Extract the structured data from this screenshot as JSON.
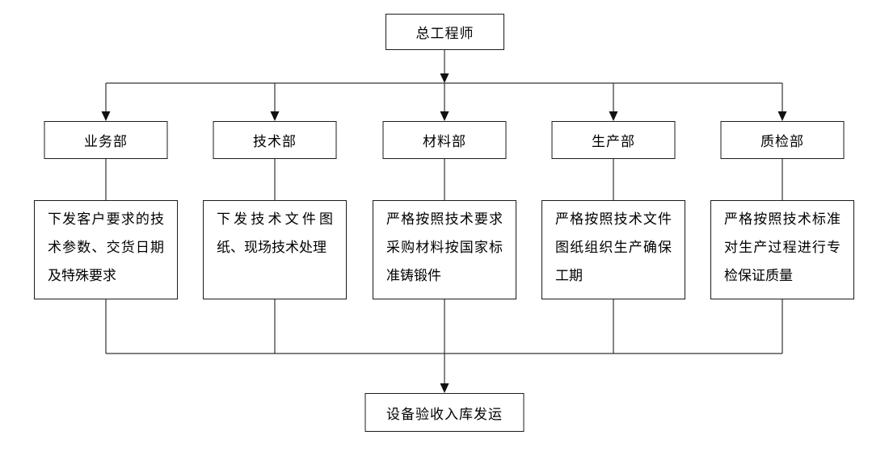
{
  "flowchart": {
    "root": {
      "label": "总工程师"
    },
    "columns": [
      {
        "dept": "业务部",
        "duty": "下发客户要求的技术参数、交货日期及特殊要求"
      },
      {
        "dept": "技术部",
        "duty": "下发技术文件图纸、现场技术处理"
      },
      {
        "dept": "材料部",
        "duty": "严格按照技术要求采购材料按国家标准铸锻件"
      },
      {
        "dept": "生产部",
        "duty": "严格按照技术文件图纸组织生产确保工期"
      },
      {
        "dept": "质检部",
        "duty": "严格按照技术标准对生产过程进行专检保证质量"
      }
    ],
    "sink": {
      "label": "设备验收入库发运"
    },
    "colors": {
      "line": "#333333",
      "arrow": "#111111",
      "border": "#1b1b1b",
      "background": "#ffffff",
      "text": "#000000"
    }
  }
}
